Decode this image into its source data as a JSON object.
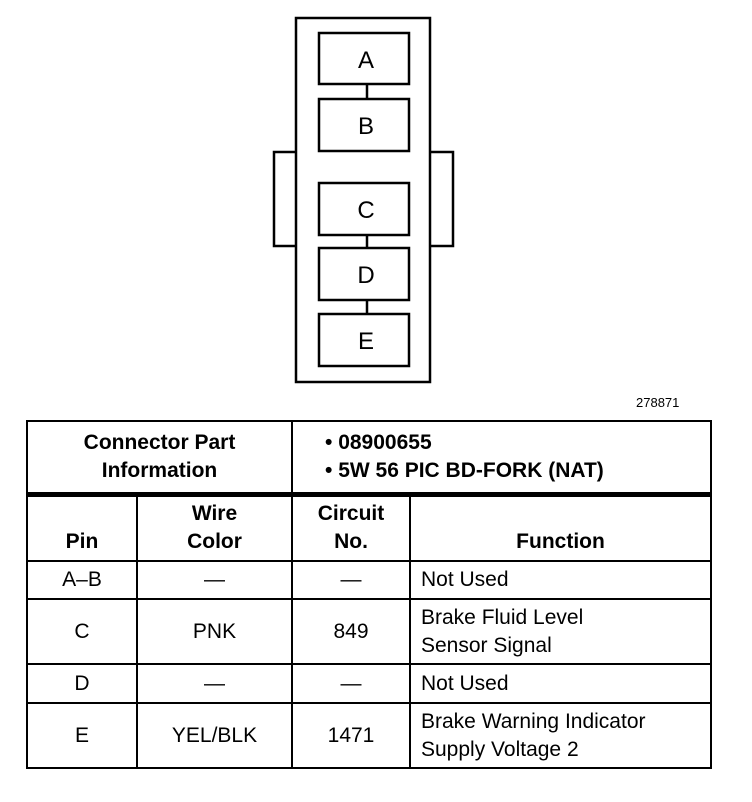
{
  "connector": {
    "pins": [
      "A",
      "B",
      "C",
      "D",
      "E"
    ]
  },
  "figure_number": "278871",
  "connector_info": {
    "title_line1": "Connector Part",
    "title_line2": "Information",
    "items": [
      "08900655",
      "5W 56 PIC BD-FORK (NAT)"
    ]
  },
  "table": {
    "headers": {
      "pin": "Pin",
      "wire_color_line1": "Wire",
      "wire_color_line2": "Color",
      "circuit_line1": "Circuit",
      "circuit_line2": "No.",
      "function": "Function"
    },
    "rows": [
      {
        "pin": "A–B",
        "wire": "—",
        "circuit": "—",
        "function_line1": "Not Used",
        "function_line2": ""
      },
      {
        "pin": "C",
        "wire": "PNK",
        "circuit": "849",
        "function_line1": "Brake Fluid Level",
        "function_line2": "Sensor Signal"
      },
      {
        "pin": "D",
        "wire": "—",
        "circuit": "—",
        "function_line1": "Not Used",
        "function_line2": ""
      },
      {
        "pin": "E",
        "wire": "YEL/BLK",
        "circuit": "1471",
        "function_line1": "Brake Warning Indicator",
        "function_line2": "Supply Voltage 2"
      }
    ]
  }
}
